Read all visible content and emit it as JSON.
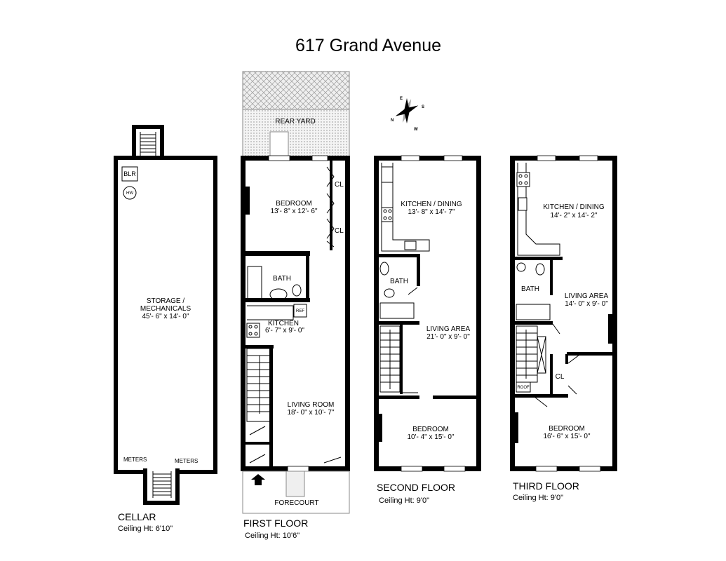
{
  "title": "617 Grand Avenue",
  "compass": {
    "n": "N",
    "s": "S",
    "e": "E",
    "w": "W"
  },
  "cellar": {
    "name": "CELLAR",
    "ceiling": "Ceiling Ht: 6'10\"",
    "blr": "BLR",
    "hw": "HW",
    "storage_name": "STORAGE /",
    "storage_name2": "MECHANICALS",
    "storage_dim": "45'- 6\" x 14'- 0\"",
    "meters_left": "METERS",
    "meters_right": "METERS"
  },
  "first": {
    "name": "FIRST FLOOR",
    "ceiling": "Ceiling Ht: 10'6\"",
    "rear_yard": "REAR YARD",
    "bedroom_name": "BEDROOM",
    "bedroom_dim": "13'- 8\" x 12'- 6\"",
    "cl_top": "CL",
    "cl_bottom": "CL",
    "bath": "BATH",
    "ref": "REF",
    "kitchen_name": "KITCHEN",
    "kitchen_dim": "6'- 7\" x 9'- 0\"",
    "living_name": "LIVING ROOM",
    "living_dim": "18'- 0\" x 10'- 7\"",
    "forecourt": "FORECOURT"
  },
  "second": {
    "name": "SECOND FLOOR",
    "ceiling": "Ceiling Ht: 9'0\"",
    "kitchen_name": "KITCHEN / DINING",
    "kitchen_dim": "13'- 8\" x 14'- 7\"",
    "bath": "BATH",
    "living_name": "LIVING AREA",
    "living_dim": "21'- 0\" x 9'- 0\"",
    "bedroom_name": "BEDROOM",
    "bedroom_dim": "10'- 4\" x 15'- 0\""
  },
  "third": {
    "name": "THIRD FLOOR",
    "ceiling": "Ceiling Ht: 9'0\"",
    "kitchen_name": "KITCHEN / DINING",
    "kitchen_dim": "14'- 2\" x 14'- 2\"",
    "bath": "BATH",
    "living_name": "LIVING AREA",
    "living_dim": "14'- 0\" x 9'- 0\"",
    "cl": "CL",
    "roof": "ROOF",
    "bedroom_name": "BEDROOM",
    "bedroom_dim": "16'- 6\" x 15'- 0\""
  }
}
